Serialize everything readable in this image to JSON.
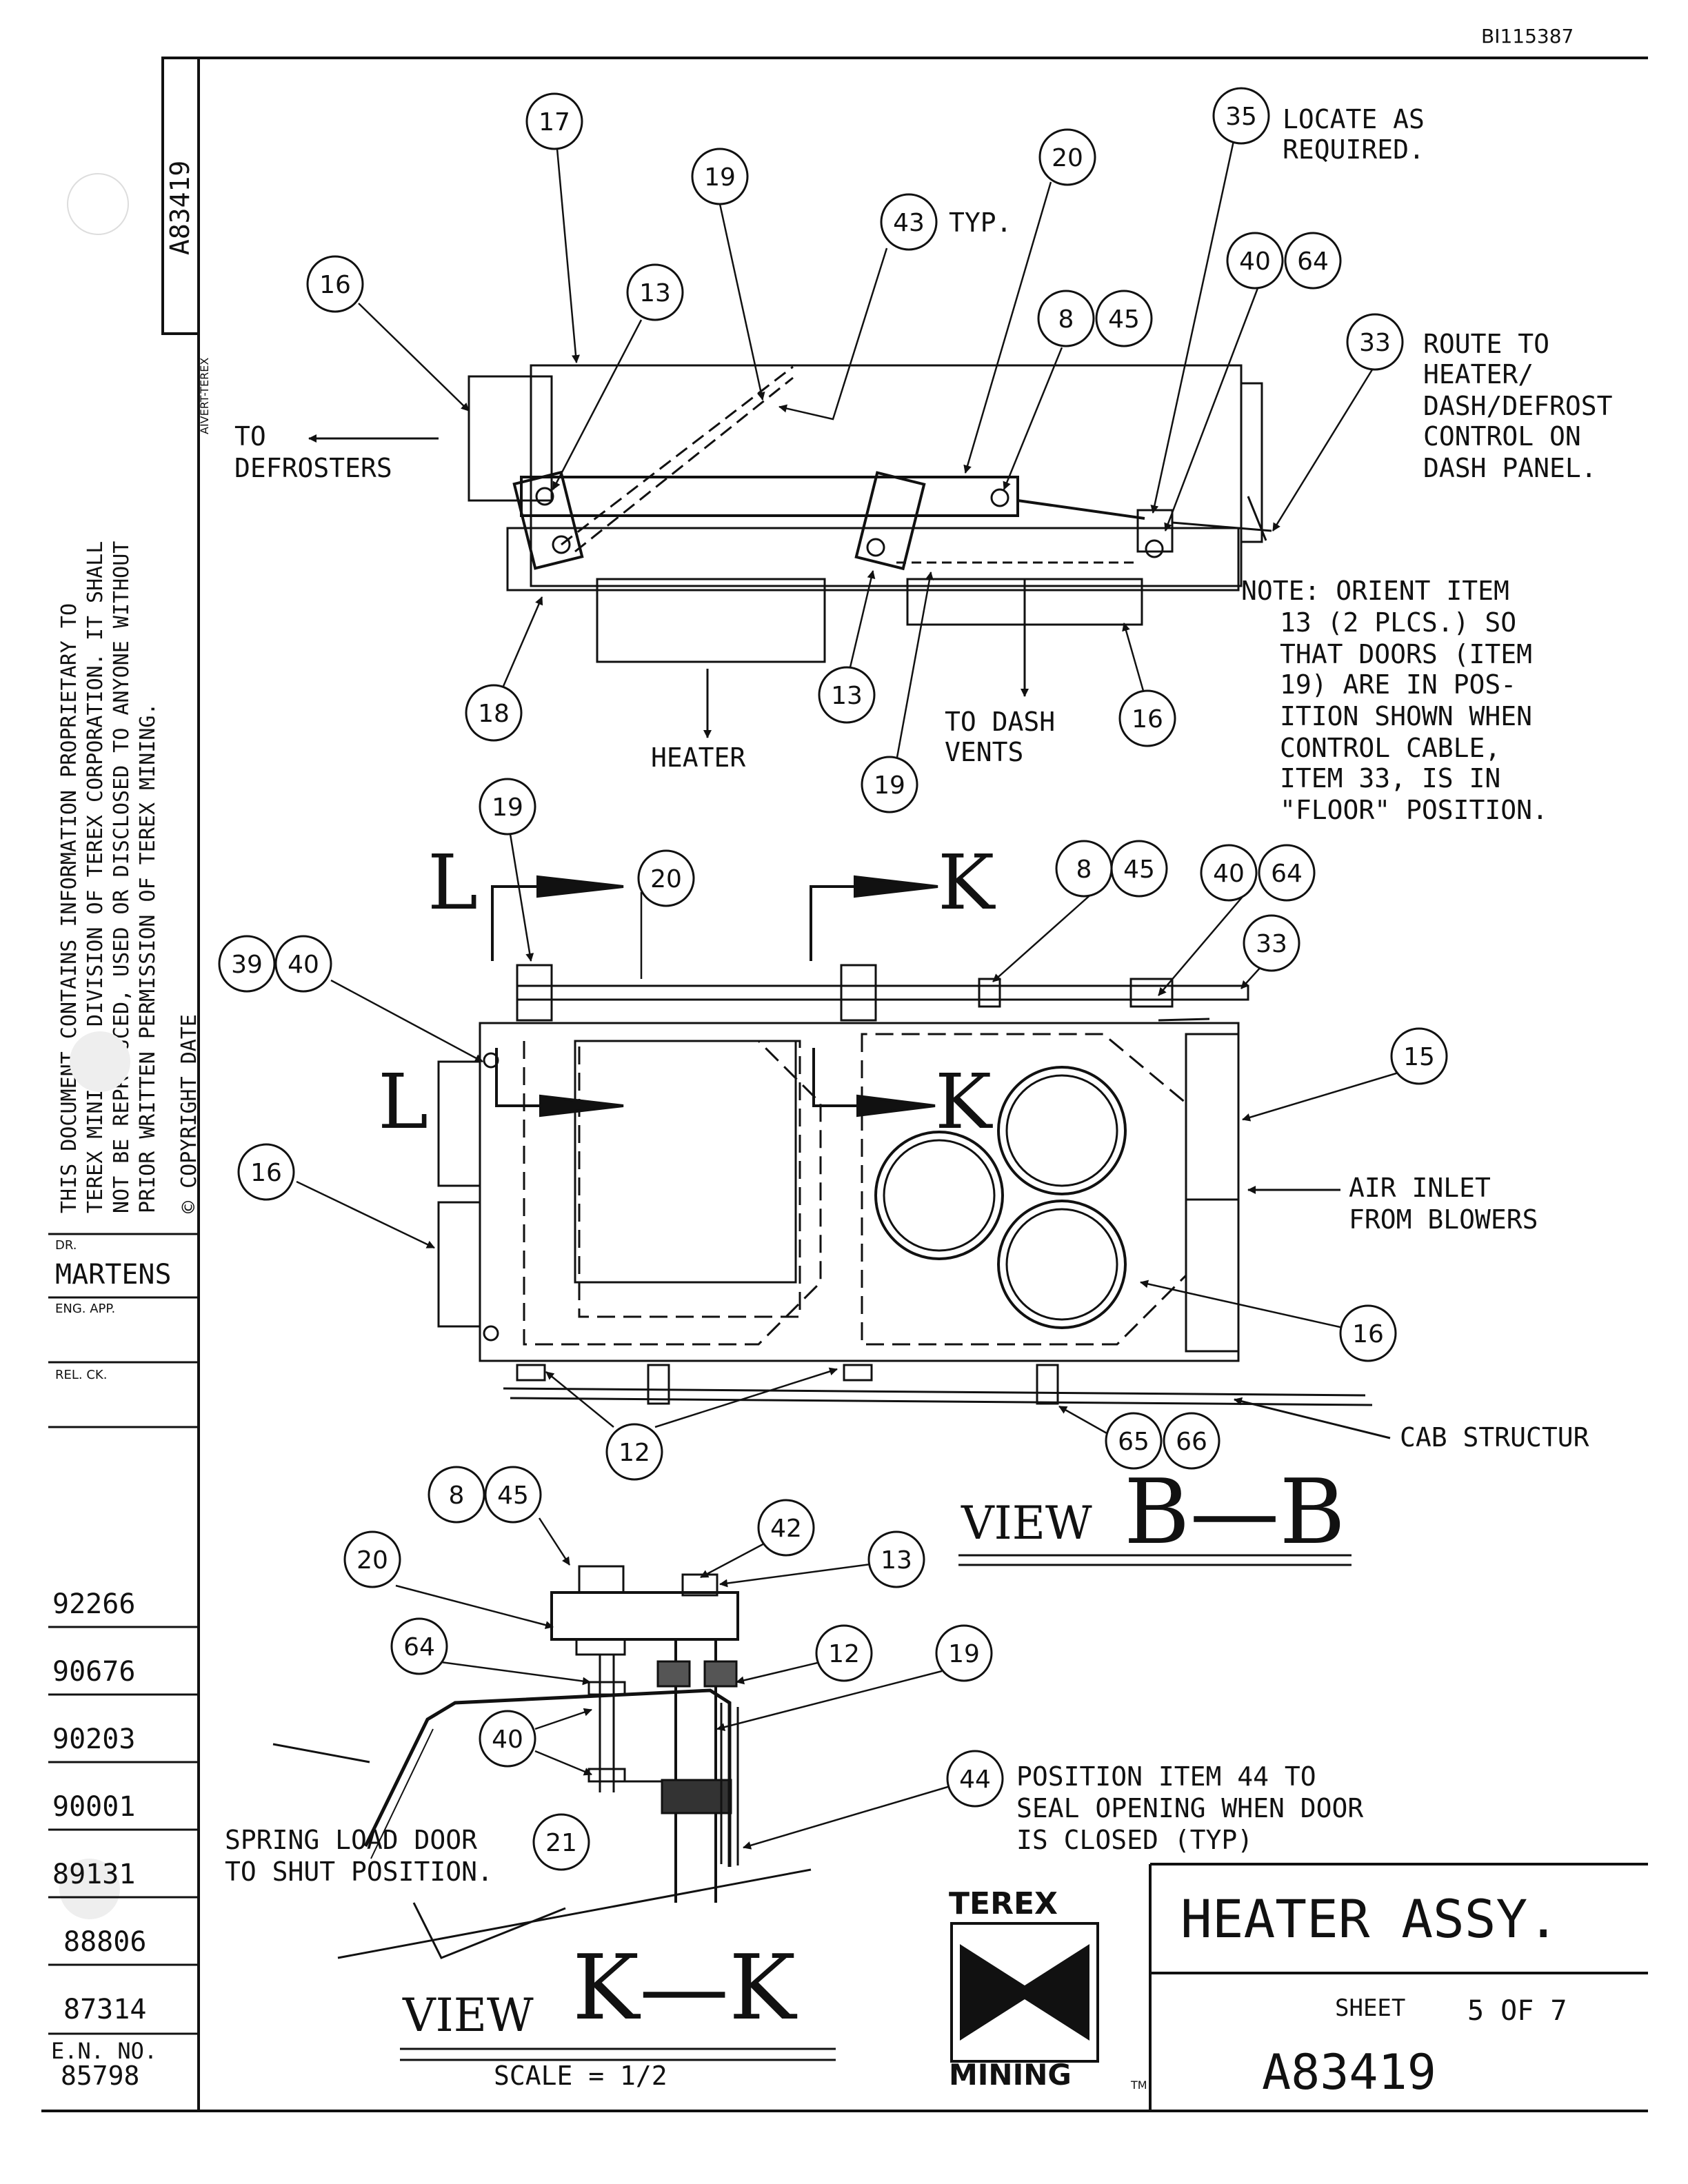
{
  "doc_id": "BI115387",
  "drawing_number_vertical": "A83419",
  "vendor_tag": "AIVERT-TEREX",
  "proprietary_notice": [
    "THIS DOCUMENT CONTAINS INFORMATION PROPRIETARY TO",
    "TEREX MINING A DIVISION OF TEREX CORPORATION. IT SHALL",
    "NOT BE REPRODUCED, USED OR DISCLOSED TO ANYONE WITHOUT",
    "PRIOR WRITTEN PERMISSION OF TEREX MINING.",
    "© COPYRIGHT DATE"
  ],
  "title_block": {
    "dr_label": "DR.",
    "drafter": "MARTENS",
    "eng_app_label": "ENG. APP.",
    "rel_ck_label": "REL. CK.",
    "revisions": [
      "92266",
      "90676",
      "90203",
      "90001",
      "89131",
      "88806",
      "87314"
    ],
    "en_no_label": "E.N. NO.",
    "en_no": "85798",
    "title": "HEATER ASSY.",
    "sheet_label": "SHEET",
    "sheet_value": "5 OF 7",
    "drawing_number": "A83419",
    "logo_top": "TEREX",
    "logo_bottom": "MINING",
    "logo_tm": "TM"
  },
  "top_view": {
    "to_defrosters": [
      "TO",
      "DEFROSTERS"
    ],
    "heater": "HEATER",
    "to_dash_vents": [
      "TO DASH",
      "VENTS"
    ],
    "typ_43": "TYP.",
    "locate_note": [
      "LOCATE AS",
      "REQUIRED."
    ],
    "route_note": [
      "ROUTE TO",
      "HEATER/",
      "DASH/DEFROST",
      "CONTROL ON",
      "DASH PANEL."
    ],
    "orient_note": [
      "NOTE: ORIENT ITEM",
      "13 (2 PLCS.) SO",
      "THAT DOORS (ITEM",
      "19) ARE IN POS-",
      "ITION SHOWN WHEN",
      "CONTROL CABLE,",
      "ITEM 33, IS IN",
      "\"FLOOR\" POSITION."
    ]
  },
  "view_bb": {
    "section_L": "L",
    "section_K": "K",
    "air_inlet": [
      "AIR INLET",
      "FROM BLOWERS"
    ],
    "cab_structure": "CAB STRUCTUR",
    "view_word": "VIEW",
    "view_letters": "B—B"
  },
  "view_kk": {
    "spring_note": [
      "SPRING LOAD DOOR",
      "TO SHUT POSITION."
    ],
    "position_note": [
      "POSITION ITEM 44 TO",
      "SEAL OPENING WHEN DOOR",
      "IS CLOSED (TYP)"
    ],
    "view_word": "VIEW",
    "view_letters": "K—K",
    "scale": "SCALE = 1/2"
  },
  "balloons": {
    "b17": "17",
    "b19a": "19",
    "b20a": "20",
    "b43": "43",
    "b35": "35",
    "b40a": "40",
    "b64a": "64",
    "b16a": "16",
    "b13a": "13",
    "b8a": "8",
    "b45a": "45",
    "b33a": "33",
    "b18": "18",
    "b13b": "13",
    "b19b": "19",
    "b16b": "16",
    "b19c": "19",
    "b20b": "20",
    "b8b": "8",
    "b45b": "45",
    "b40b": "40",
    "b64b": "64",
    "b33b": "33",
    "b39": "39",
    "b40c": "40",
    "b15": "15",
    "b16c": "16",
    "b16d": "16",
    "b12a": "12",
    "b65": "65",
    "b66": "66",
    "b8c": "8",
    "b45c": "45",
    "b42": "42",
    "b20c": "20",
    "b13c": "13",
    "b64c": "64",
    "b12b": "12",
    "b19d": "19",
    "b40d": "40",
    "b44": "44",
    "b21": "21"
  }
}
